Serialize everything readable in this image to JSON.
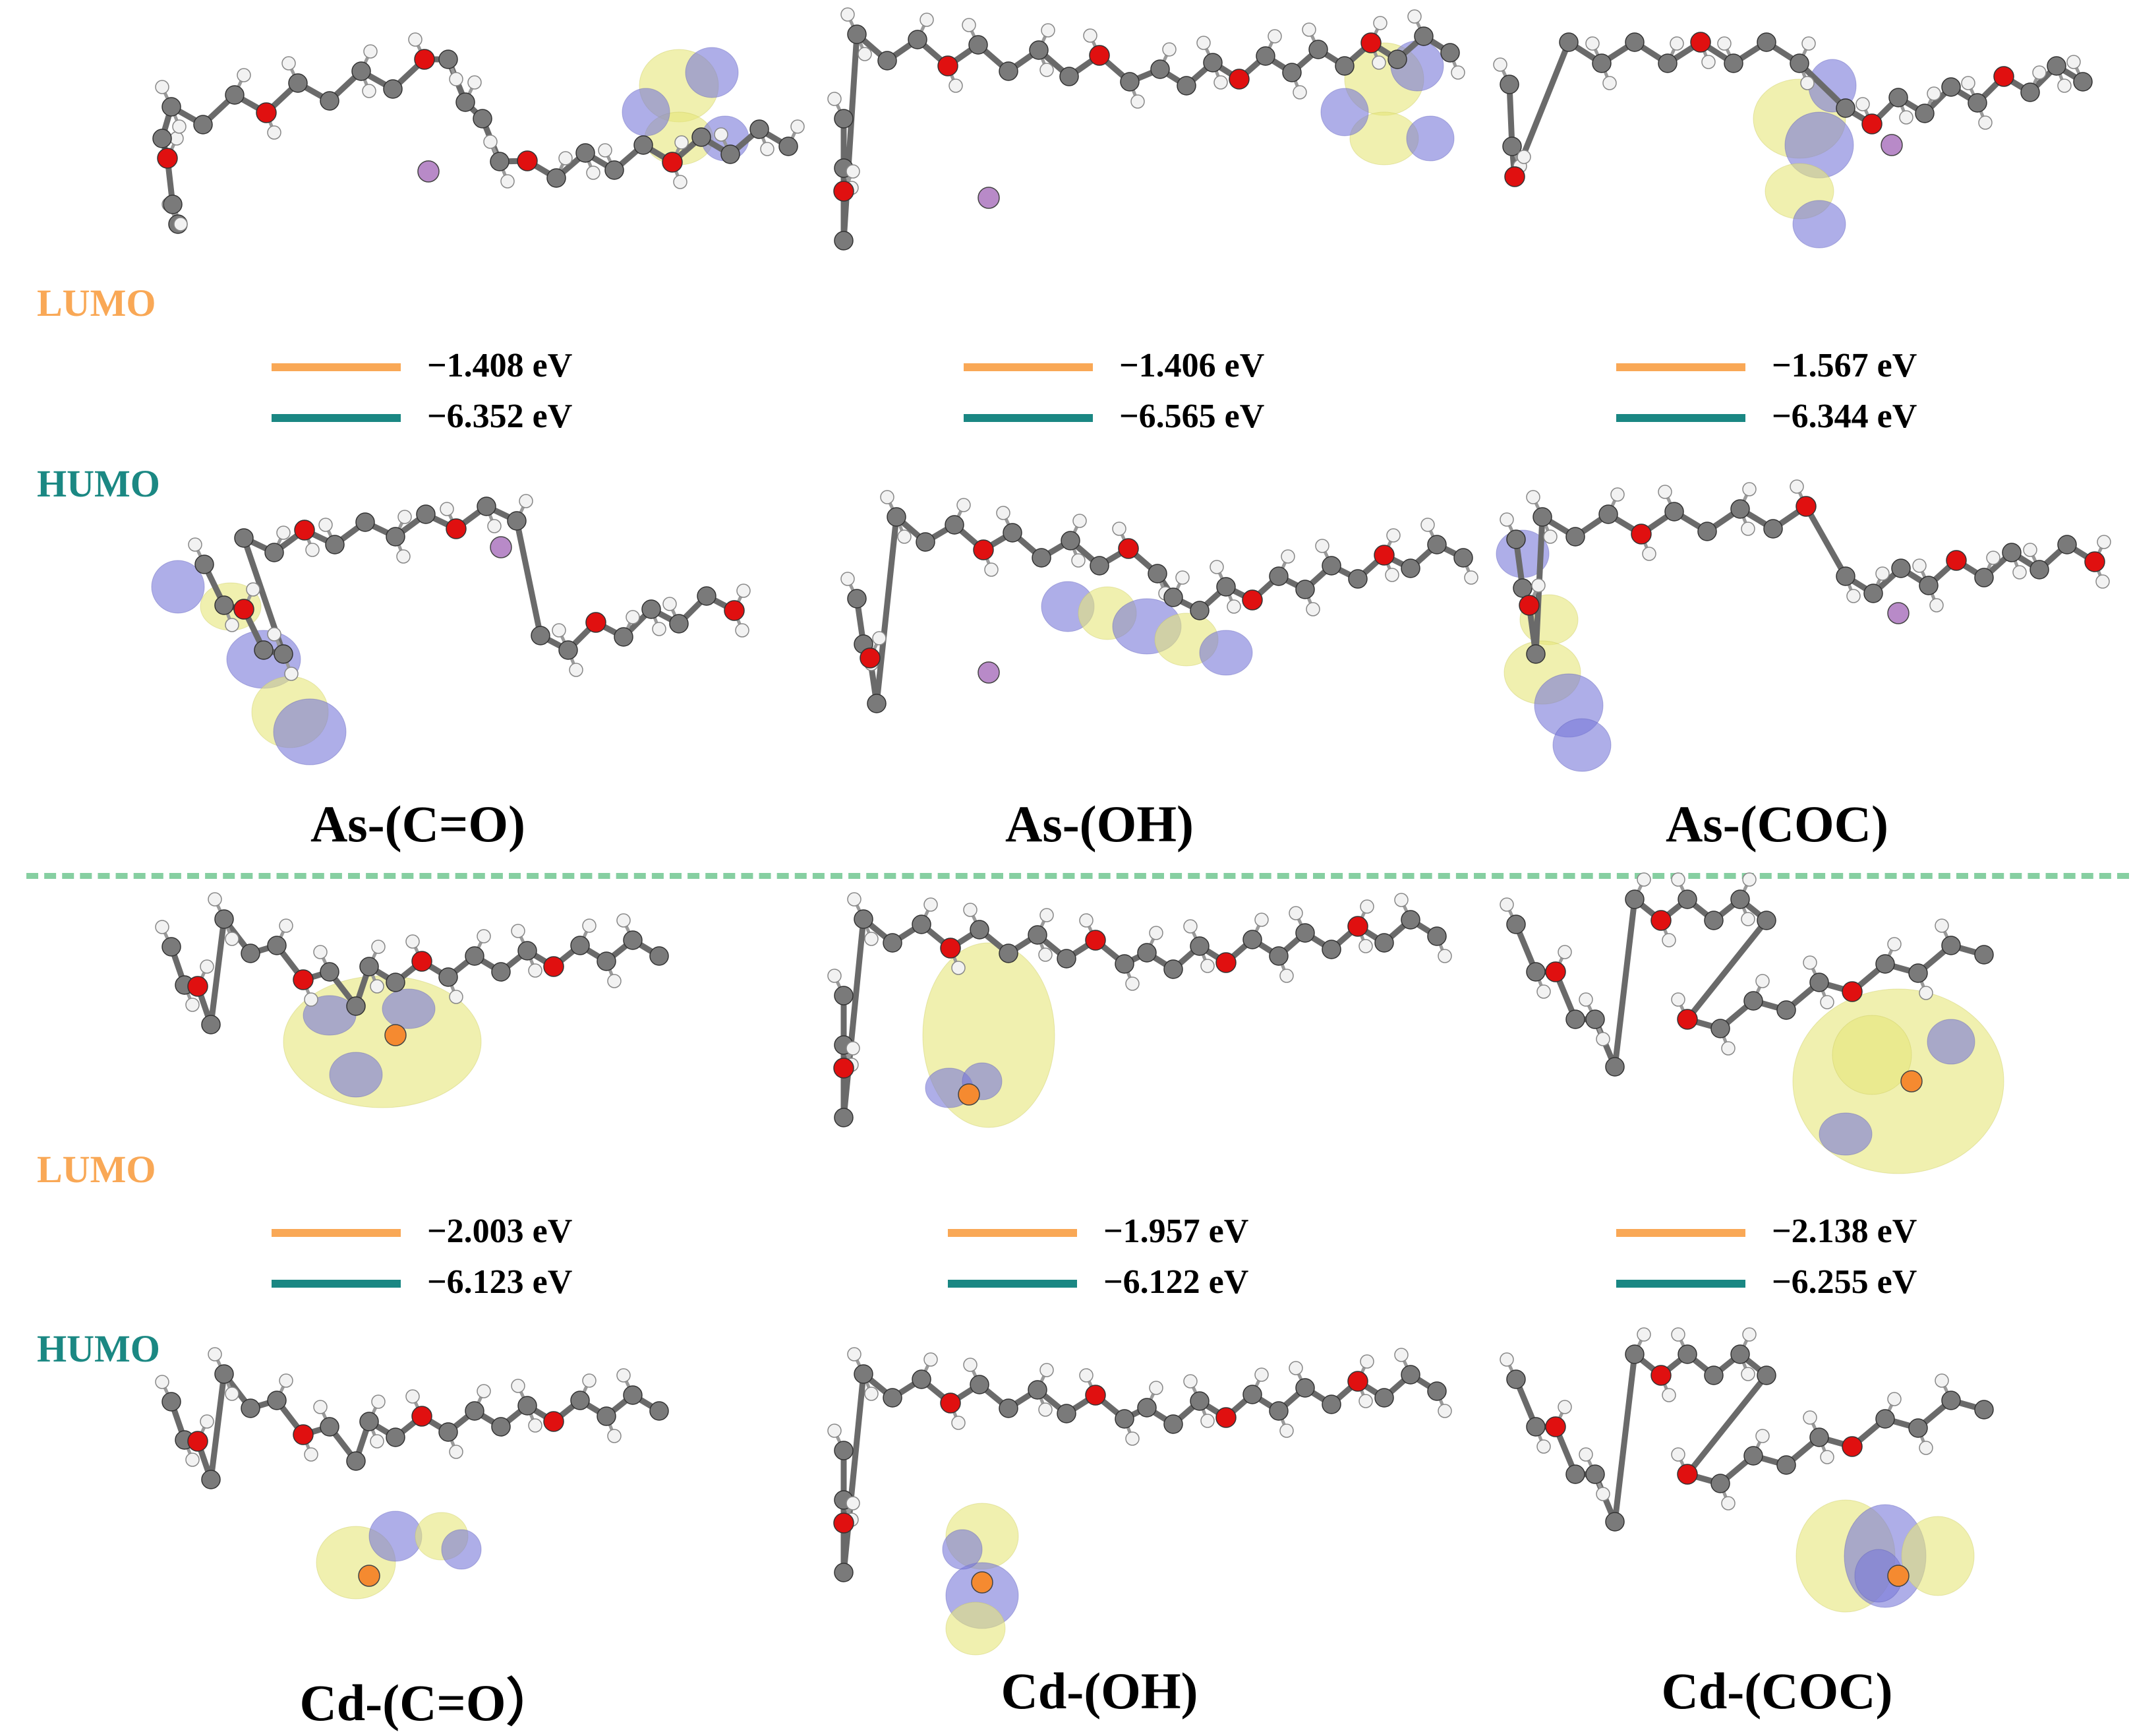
{
  "labels": {
    "lumo": "LUMO",
    "humo": "HUMO"
  },
  "colors": {
    "lumo_line": "#F9A856",
    "humo_line": "#1A8783",
    "divider": "#86CFA1",
    "carbon": "#7A7A7A",
    "oxygen": "#E01010",
    "hydrogen": "#F2F2F2",
    "arsenic": "#B88AC8",
    "cadmium": "#F58A30",
    "orbital_positive": "#E6E67A",
    "orbital_negative": "#7878D8"
  },
  "panels": [
    {
      "caption": "As-(C=O)",
      "lumo_energy": "−1.408 eV",
      "humo_energy": "−6.352 eV"
    },
    {
      "caption": "As-(OH)",
      "lumo_energy": "−1.406 eV",
      "humo_energy": "−6.565 eV"
    },
    {
      "caption": "As-(COC)",
      "lumo_energy": "−1.567 eV",
      "humo_energy": "−6.344 eV"
    },
    {
      "caption": "Cd-(C=O）",
      "lumo_energy": "−2.003 eV",
      "humo_energy": "−6.123 eV"
    },
    {
      "caption": "Cd-(OH)",
      "lumo_energy": "−1.957 eV",
      "humo_energy": "−6.122 eV"
    },
    {
      "caption": "Cd-(COC)",
      "lumo_energy": "−2.138 eV",
      "humo_energy": "−6.255 eV"
    }
  ]
}
